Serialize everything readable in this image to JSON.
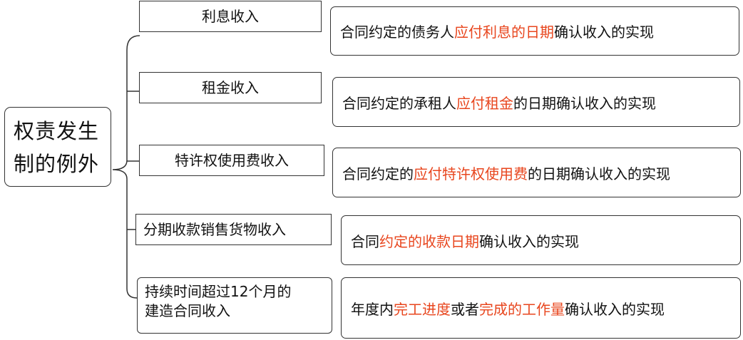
{
  "root": {
    "label_line1": "权责发生",
    "label_line2": "制的例外"
  },
  "colors": {
    "highlight": "#e8461e",
    "border": "#333333",
    "text": "#111111"
  },
  "items": [
    {
      "category": "利息收入",
      "desc_before": "合同约定的债务人",
      "desc_highlight": "应付利息的日期",
      "desc_after": "确认收入的实现"
    },
    {
      "category": "租金收入",
      "desc_before": "合同约定的承租人",
      "desc_highlight": "应付租金",
      "desc_after": "的日期确认收入的实现"
    },
    {
      "category": "特许权使用费收入",
      "desc_before": "合同约定的",
      "desc_highlight": "应付特许权使用费",
      "desc_after": "的日期确认收入的实现"
    },
    {
      "category": "分期收款销售货物收入",
      "desc_before": "合同",
      "desc_highlight": "约定的收款日期",
      "desc_after": "确认收入的实现"
    },
    {
      "category_line1": "持续时间超过12个月的",
      "category_line2": "建造合同收入",
      "desc_before": "年度内",
      "desc_highlight": "完工进度",
      "desc_middle": "或者",
      "desc_highlight2": "完成的工作量",
      "desc_after": "确认收入的实现"
    }
  ]
}
